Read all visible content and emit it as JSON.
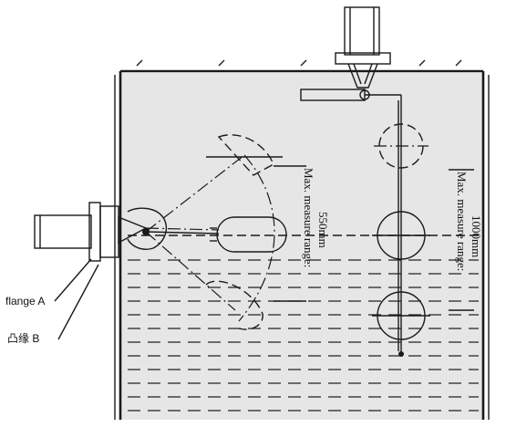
{
  "labels": {
    "flange": "flange A",
    "part_b": "凸缘 B",
    "range_left": "Max. measure range:",
    "range_left_value": "550mm",
    "range_right": "Max. measure range:",
    "range_right_value": "1000mm"
  },
  "colors": {
    "tank_fill": "#e6e6e6",
    "ink": "#1a1a1a",
    "text": "#111111"
  }
}
